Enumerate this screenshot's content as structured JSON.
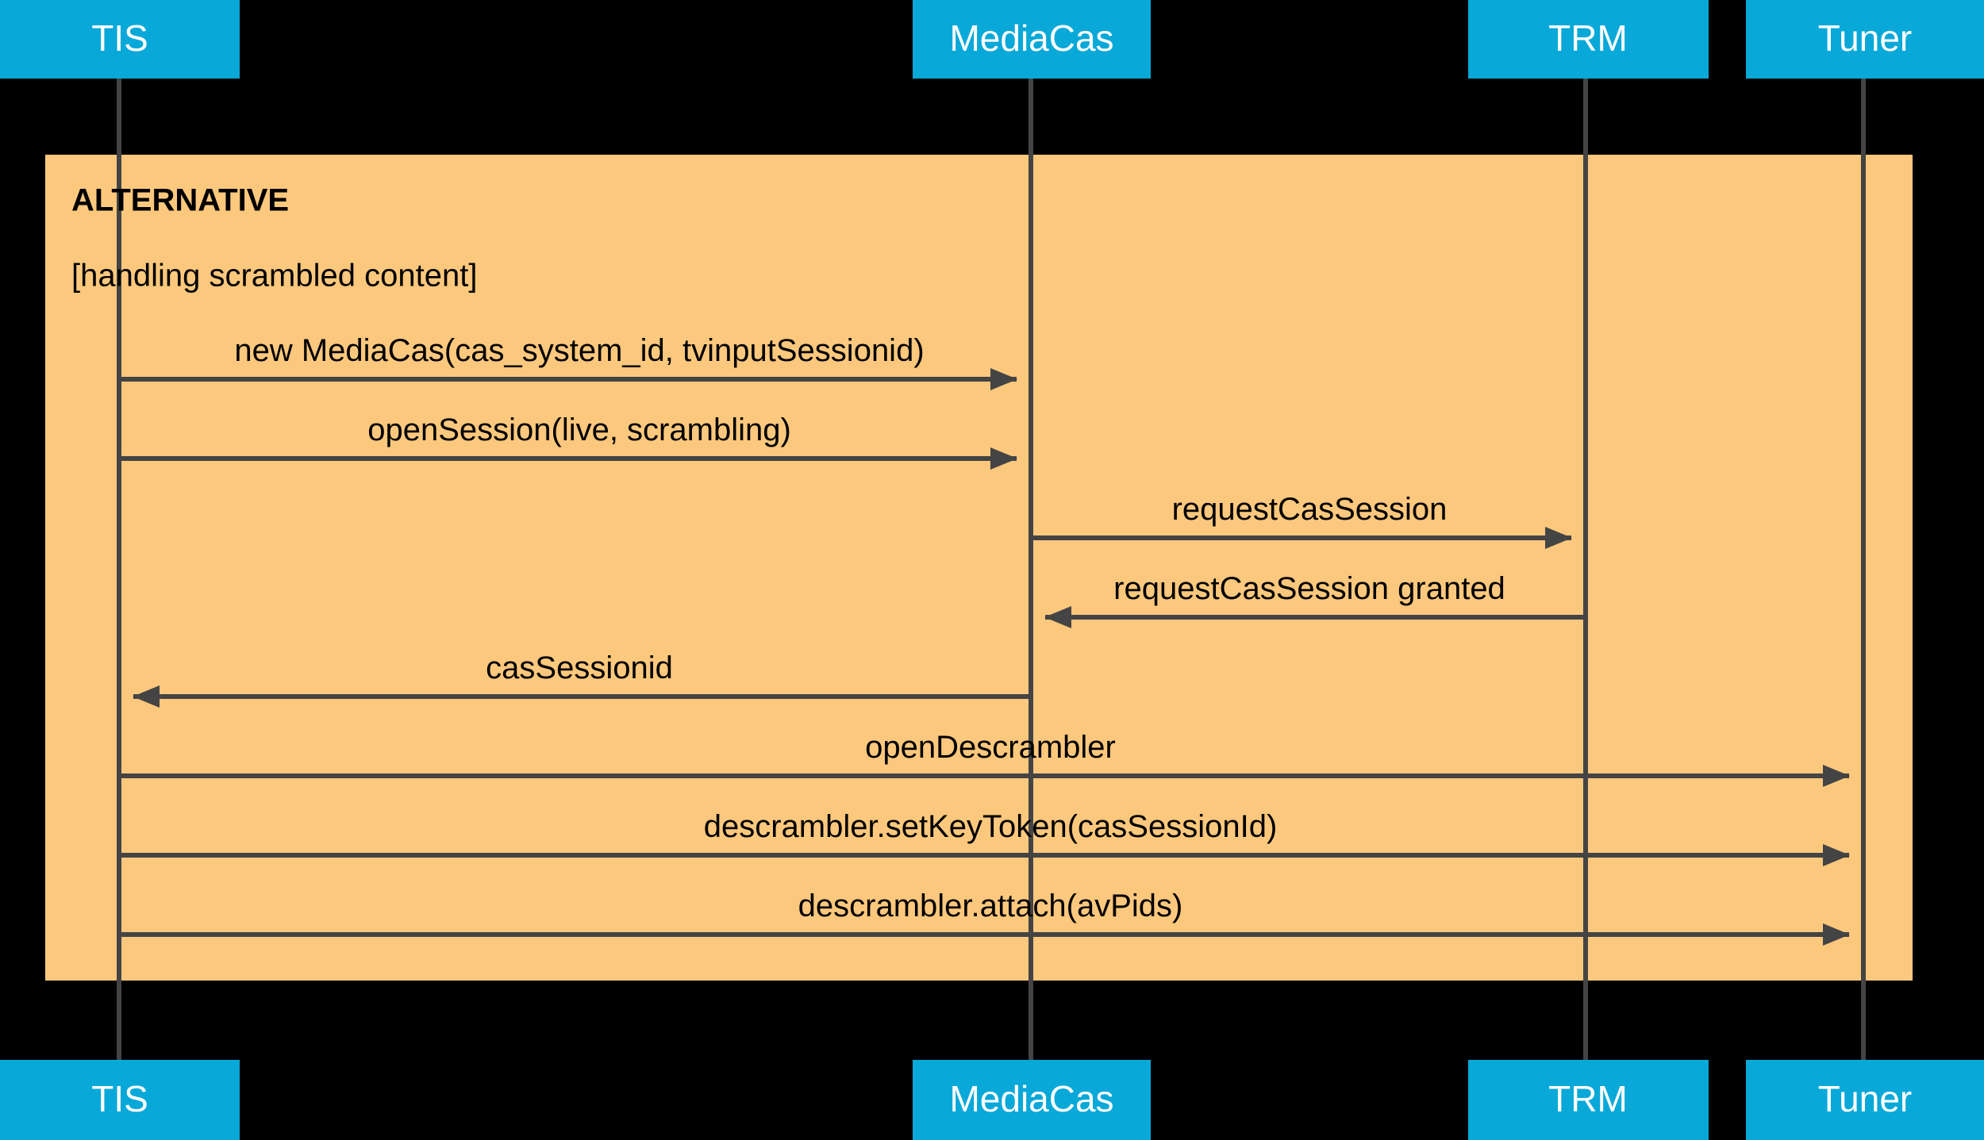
{
  "diagram": {
    "type": "uml-sequence-diagram",
    "background_color": "#000000",
    "participant_box_color": "#08a8d8",
    "participant_label_color": "#ffffff",
    "fragment_fill_color": "#fcc87d",
    "line_color": "#444444",
    "text_color": "#000000"
  },
  "participants": [
    {
      "id": "tis",
      "label": "TIS"
    },
    {
      "id": "mediacas",
      "label": "MediaCas"
    },
    {
      "id": "trm",
      "label": "TRM"
    },
    {
      "id": "tuner",
      "label": "Tuner"
    }
  ],
  "fragment": {
    "operator": "ALTERNATIVE",
    "guard": "[handling scrambled content]"
  },
  "messages": [
    {
      "label": "new MediaCas(cas_system_id, tvinputSessionid)",
      "from": "tis",
      "to": "mediacas",
      "direction": "right"
    },
    {
      "label": "openSession(live, scrambling)",
      "from": "tis",
      "to": "mediacas",
      "direction": "right"
    },
    {
      "label": "requestCasSession",
      "from": "mediacas",
      "to": "trm",
      "direction": "right"
    },
    {
      "label": "requestCasSession granted",
      "from": "trm",
      "to": "mediacas",
      "direction": "left"
    },
    {
      "label": "casSessionid",
      "from": "mediacas",
      "to": "tis",
      "direction": "left"
    },
    {
      "label": "openDescrambler",
      "from": "tis",
      "to": "tuner",
      "direction": "right"
    },
    {
      "label": "descrambler.setKeyToken(casSessionId)",
      "from": "tis",
      "to": "tuner",
      "direction": "right"
    },
    {
      "label": "descrambler.attach(avPids)",
      "from": "tis",
      "to": "tuner",
      "direction": "right"
    }
  ],
  "footer_participants": [
    {
      "id": "tis",
      "label": "TIS"
    },
    {
      "id": "mediacas",
      "label": "MediaCas"
    },
    {
      "id": "trm",
      "label": "TRM"
    },
    {
      "id": "tuner",
      "label": "Tuner"
    }
  ]
}
